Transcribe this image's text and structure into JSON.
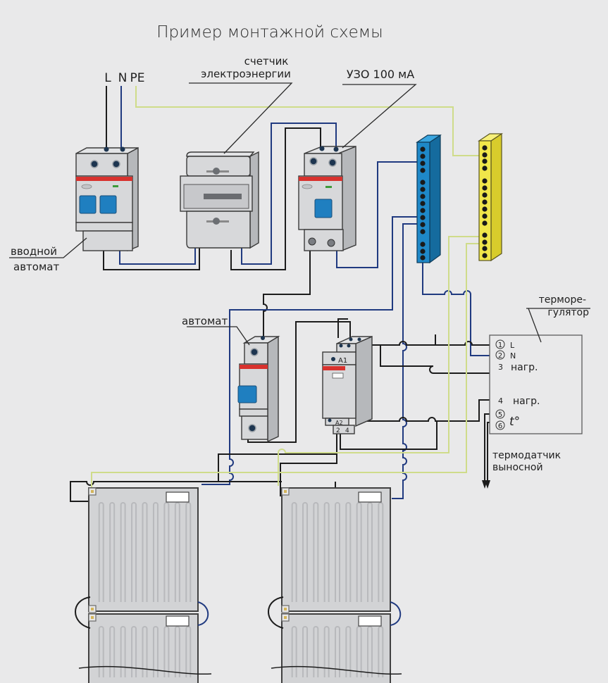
{
  "title": "Пример монтажной схемы",
  "supply": {
    "L": "L",
    "N": "N",
    "PE": "PE"
  },
  "labels": {
    "meter_line1": "счетчик",
    "meter_line2": "электроэнергии",
    "rcd": "УЗО 100 мА",
    "main_breaker_line1": "вводной",
    "main_breaker_line2": "автомат",
    "breaker": "автомат",
    "thermostat_line1": "терморе-",
    "thermostat_line2": "гулятор",
    "sensor_line1": "термодатчик",
    "sensor_line2": "выносной"
  },
  "contactor": {
    "top_label": "A1",
    "bottom_label": "A2",
    "terminal_2": "2",
    "terminal_4": "4"
  },
  "thermostat": {
    "terminals": [
      {
        "num": "1",
        "circled": true,
        "label": "L"
      },
      {
        "num": "2",
        "circled": true,
        "label": "N"
      },
      {
        "num": "3",
        "circled": false,
        "label": "нагр."
      },
      {
        "num": "4",
        "circled": false,
        "label": "нагр."
      },
      {
        "num": "5",
        "circled": true,
        "label": ""
      },
      {
        "num": "6",
        "circled": true,
        "label": ""
      }
    ],
    "sensor_symbol": "t°"
  },
  "colors": {
    "background": "#e9e9ea",
    "phase_wire": "#1c1c1c",
    "neutral_wire": "#203a80",
    "ground_wire": "#cfdc8a",
    "neutral_bus": "#1e88c8",
    "ground_bus": "#f0e64a",
    "breaker_stripe": "#d8322e",
    "toggle": "#1f7fc0"
  }
}
